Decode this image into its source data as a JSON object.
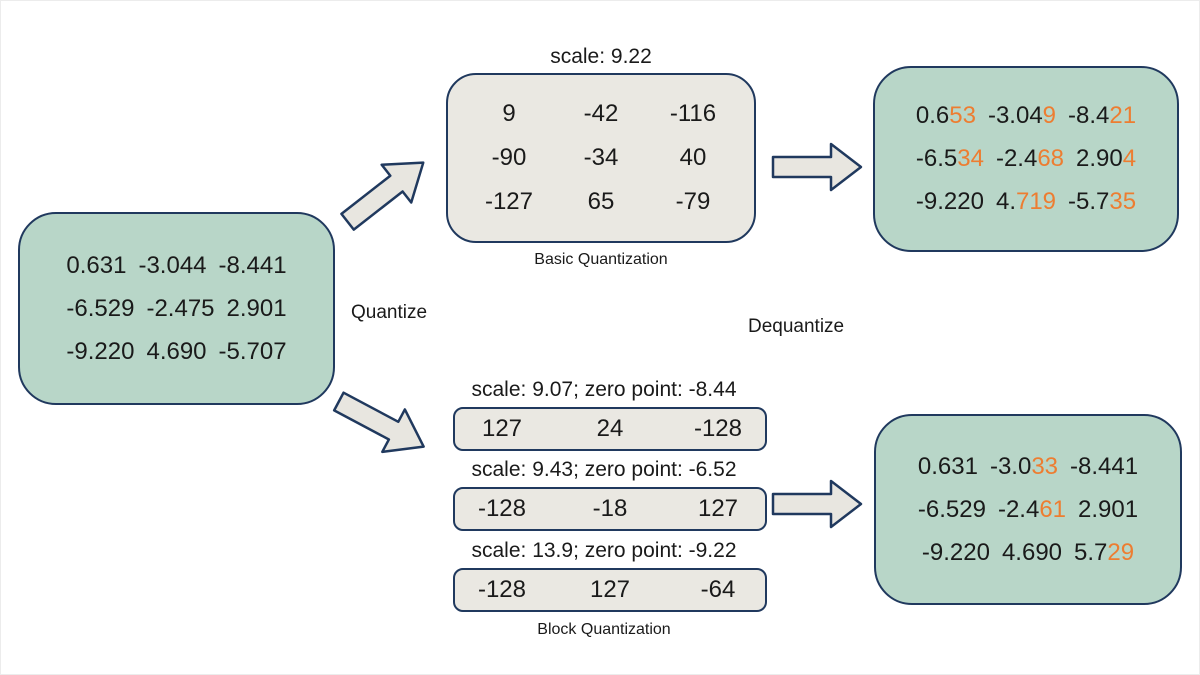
{
  "colors": {
    "matrix_green": "#b8d6c8",
    "box_gray": "#eae8e2",
    "border_navy": "#20395e",
    "highlight_orange": "#ed7d31",
    "text": "#1a1a1a"
  },
  "flow": {
    "quantize_label": "Quantize",
    "dequantize_label": "Dequantize"
  },
  "original_matrix": {
    "rows": [
      [
        "0.631",
        "-3.044",
        "-8.441"
      ],
      [
        "-6.529",
        "-2.475",
        "2.901"
      ],
      [
        "-9.220",
        "4.690",
        "-5.707"
      ]
    ]
  },
  "basic_quantization": {
    "scale_label": "scale: 9.22",
    "caption": "Basic Quantization",
    "matrix": {
      "rows": [
        [
          "9",
          "-42",
          "-116"
        ],
        [
          "-90",
          "-34",
          "40"
        ],
        [
          "-127",
          "65",
          "-79"
        ]
      ]
    },
    "dequantized_matrix": {
      "rows": [
        [
          [
            {
              "t": "0.6"
            },
            {
              "t": "53",
              "o": true
            }
          ],
          [
            {
              "t": "-3.04"
            },
            {
              "t": "9",
              "o": true
            }
          ],
          [
            {
              "t": "-8.4"
            },
            {
              "t": "21",
              "o": true
            }
          ]
        ],
        [
          [
            {
              "t": "-6.5"
            },
            {
              "t": "34",
              "o": true
            }
          ],
          [
            {
              "t": "-2.4"
            },
            {
              "t": "68",
              "o": true
            }
          ],
          [
            {
              "t": "2.90"
            },
            {
              "t": "4",
              "o": true
            }
          ]
        ],
        [
          [
            {
              "t": "-9.220"
            }
          ],
          [
            {
              "t": "4."
            },
            {
              "t": "719",
              "o": true
            }
          ],
          [
            {
              "t": "-5.7"
            },
            {
              "t": "35",
              "o": true
            }
          ]
        ]
      ]
    }
  },
  "block_quantization": {
    "caption": "Block Quantization",
    "blocks": [
      {
        "label": "scale: 9.07; zero point: -8.44",
        "values": [
          "127",
          "24",
          "-128"
        ]
      },
      {
        "label": "scale: 9.43; zero point: -6.52",
        "values": [
          "-128",
          "-18",
          "127"
        ]
      },
      {
        "label": "scale: 13.9; zero point: -9.22",
        "values": [
          "-128",
          "127",
          "-64"
        ]
      }
    ],
    "dequantized_matrix": {
      "rows": [
        [
          [
            {
              "t": "0.631"
            }
          ],
          [
            {
              "t": "-3.0"
            },
            {
              "t": "33",
              "o": true
            }
          ],
          [
            {
              "t": "-8.441"
            }
          ]
        ],
        [
          [
            {
              "t": "-6.529"
            }
          ],
          [
            {
              "t": "-2.4"
            },
            {
              "t": "61",
              "o": true
            }
          ],
          [
            {
              "t": "2.901"
            }
          ]
        ],
        [
          [
            {
              "t": "-9.220"
            }
          ],
          [
            {
              "t": "4.690"
            }
          ],
          [
            {
              "t": "5.7"
            },
            {
              "t": "29",
              "o": true
            }
          ]
        ]
      ]
    }
  }
}
